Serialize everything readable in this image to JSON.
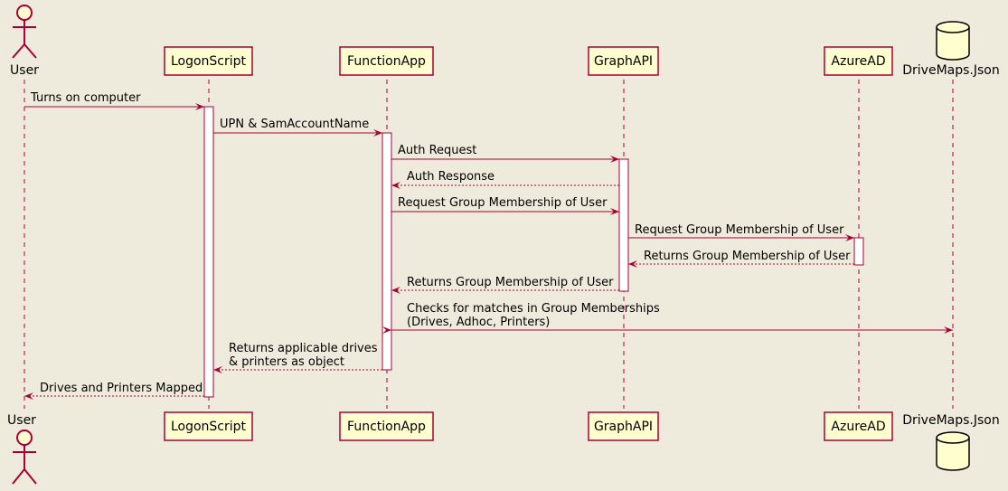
{
  "participants": {
    "user": "User",
    "logon": "LogonScript",
    "function": "FunctionApp",
    "graph": "GraphAPI",
    "azure": "AzureAD",
    "drivemaps": "DriveMaps.Json"
  },
  "messages": [
    {
      "lines": [
        "Turns on computer"
      ]
    },
    {
      "lines": [
        "UPN & SamAccountName"
      ]
    },
    {
      "lines": [
        "Auth Request"
      ]
    },
    {
      "lines": [
        "Auth Response"
      ]
    },
    {
      "lines": [
        "Request Group Membership of User"
      ]
    },
    {
      "lines": [
        "Request Group Membership of User"
      ]
    },
    {
      "lines": [
        "Returns Group Membership of User"
      ]
    },
    {
      "lines": [
        "Returns Group Membership of User"
      ]
    },
    {
      "lines": [
        "Checks for matches in Group Memberships",
        "(Drives, Adhoc, Printers)"
      ]
    },
    {
      "lines": [
        "Returns applicable drives",
        "& printers as object"
      ]
    },
    {
      "lines": [
        "Drives and Printers Mapped"
      ]
    }
  ],
  "colors": {
    "background": "#EEEBDC",
    "participant_fill": "#FEFECE",
    "border": "#A80036"
  }
}
